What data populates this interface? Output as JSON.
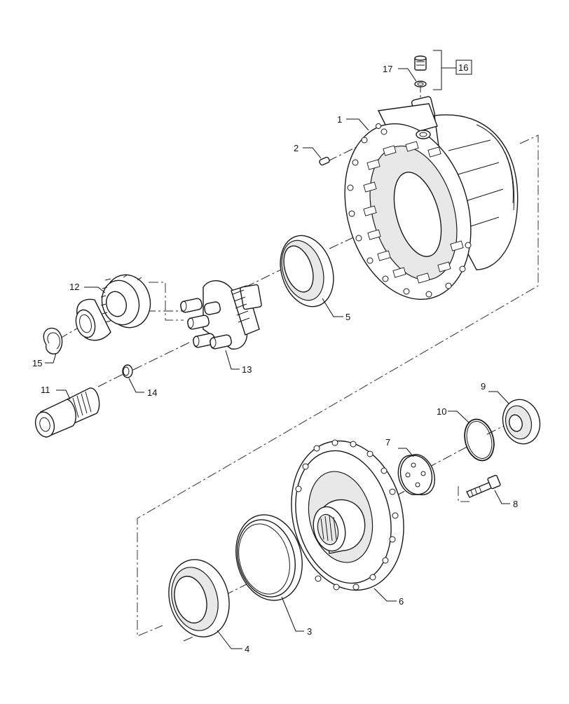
{
  "diagram": {
    "labels": {
      "housing": "1",
      "plug": "2",
      "ring_seal": "3",
      "bearing_outer": "4",
      "bearing_inner": "5",
      "hub": "6",
      "thrust_plate": "7",
      "bolt": "8",
      "cover": "9",
      "o_ring": "10",
      "sun_shaft": "11",
      "planet_gear": "12",
      "planet_carrier": "13",
      "thrust_button": "14",
      "snap_ring": "15",
      "kit": "16",
      "washer": "17"
    }
  }
}
